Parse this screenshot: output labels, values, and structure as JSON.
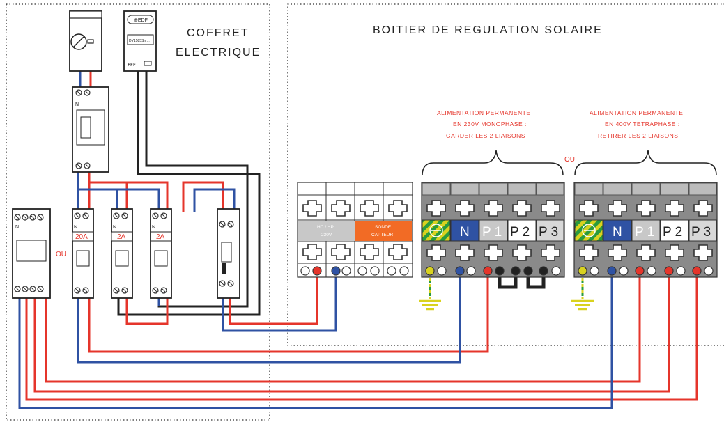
{
  "sections": {
    "coffret_title_line1": "COFFRET",
    "coffret_title_line2": "ELECTRIQUE",
    "boitier_title": "BOITIER DE REGULATION SOLAIRE"
  },
  "meter": {
    "brand": "⊕EDF",
    "display": "DY1585Sn...."
  },
  "breakers": {
    "b1": "20A",
    "b2": "2A",
    "b3": "2A",
    "ou": "OU",
    "n_label": "N"
  },
  "terminal_blocks": {
    "hchp_line1": "HC / HP",
    "hchp_line2": "230V",
    "sonde_line1": "SONDE",
    "sonde_line2": "CAPTEUR"
  },
  "block_mono": {
    "caption_line1": "ALIMENTATION PERMANENTE",
    "caption_line2": "EN 230V MONOPHASE :",
    "caption_line3_u": "GARDER",
    "caption_line3_rest": " LES 2 LIAISONS",
    "n": "N",
    "p1": "P 1",
    "p2": "P 2",
    "p3": "P 3"
  },
  "block_tri": {
    "caption_line1": "ALIMENTATION PERMANENTE",
    "caption_line2": "EN 400V TETRAPHASE :",
    "caption_line3_u": "RETIRER",
    "caption_line3_rest": " LES 2 LIAISONS",
    "n": "N",
    "p1": "P 1",
    "p2": "P 2",
    "p3": "P 3"
  },
  "ou_between_blocks": "OU",
  "colors": {
    "live": "#e5352b",
    "neutral": "#2f52a3",
    "earth_yellow": "#d9d21f",
    "earth_green": "#2a9b3e",
    "black": "#222222",
    "orange": "#f26b25",
    "grey_light": "#c8c8c8",
    "grey_dark": "#8a8a8a"
  }
}
